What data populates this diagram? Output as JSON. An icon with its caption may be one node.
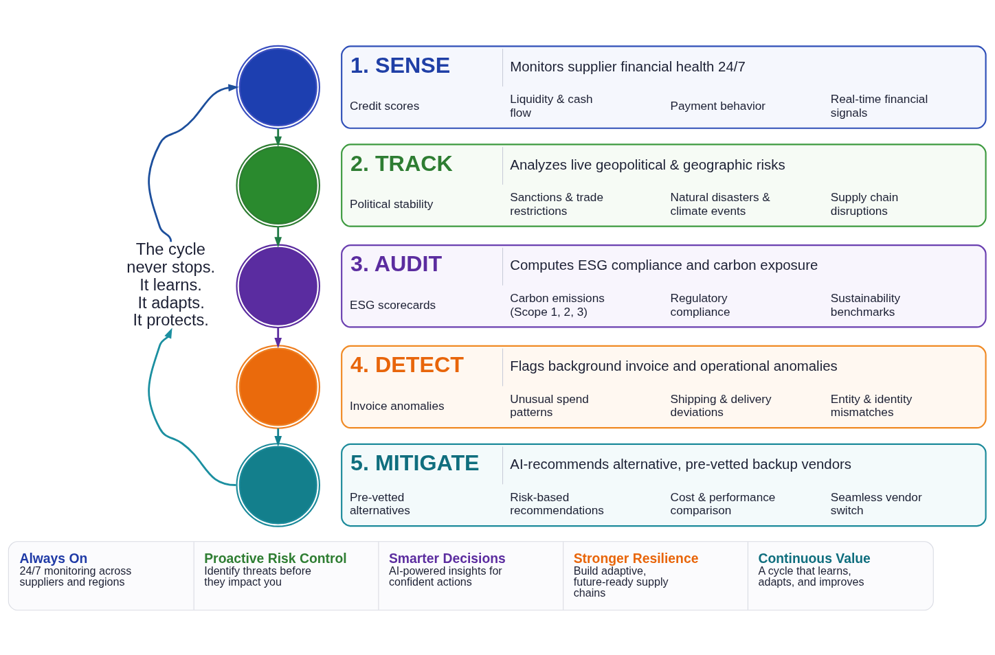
{
  "diagram": {
    "nodes": [
      {
        "text": [],
        "shape": "circle"
      },
      {
        "text": [
          "1. SENSE",
          "Monitors supplier financial health 24/7",
          "Credit scores",
          "Liquidity & cash flow",
          "Payment behavior",
          "Real-time financial signals"
        ]
      },
      {
        "text": [],
        "shape": "circle"
      },
      {
        "text": [
          "2. TRACK",
          "Analyzes live geopolitical & geographic risks",
          "Political stability",
          "Sanctions & trade restrictions",
          "Natural disasters & climate events",
          "Supply chain disruptions"
        ]
      },
      {
        "text": [],
        "shape": "circle"
      },
      {
        "text": [
          "3. AUDIT",
          "Computes ESG compliance and carbon exposure",
          "ESG scorecards",
          "Carbon emissions (Scope 1, 2, 3)",
          "Regulatory compliance",
          "Sustainability benchmarks"
        ]
      },
      {
        "text": [],
        "shape": "circle"
      },
      {
        "text": [
          "4. DETECT",
          "Flags background invoice and operational anomalies",
          "Invoice anomalies",
          "Unusual spend patterns",
          "Shipping & delivery deviations",
          "Entity & identity mismatches"
        ]
      },
      {
        "text": [],
        "shape": "circle"
      },
      {
        "text": [
          "5. MITIGATE",
          "AI-recommends alternative, pre-vetted backup vendors",
          "Pre-vetted alternatives",
          "Risk-based recommendations",
          "Cost & performance comparison",
          "Seamless vendor switch"
        ]
      },
      {
        "text": [
          "The cycle never stops. It learns. It adapts. It protects."
        ]
      },
      {
        "text": [
          "Always On",
          "24/7 monitoring across suppliers and regions",
          "Proactive Risk Control",
          "Identify threats before they impact you",
          "Smarter Decisions",
          "AI-powered insights for confident actions",
          "Stronger Resilience",
          "Build adaptive, future-ready supply chains",
          "Continuous Value",
          "A cycle that learns, adapts, and improves"
        ]
      }
    ],
    "edges": [
      {
        "from": 0,
        "to": 2,
        "arrow": "to",
        "color": "#1f7a45"
      },
      {
        "from": 2,
        "to": 4,
        "arrow": "to",
        "color": "#1f7a45"
      },
      {
        "from": 4,
        "to": 6,
        "arrow": "to",
        "color": "#5b2c9f"
      },
      {
        "from": 6,
        "to": 8,
        "arrow": "to",
        "color": "#12808f"
      },
      {
        "from": 8,
        "to": 10,
        "arrow": "to",
        "color": "#1b8fa0"
      },
      {
        "from": 10,
        "to": 0,
        "arrow": "to",
        "color": "#1d4f9c"
      }
    ]
  }
}
